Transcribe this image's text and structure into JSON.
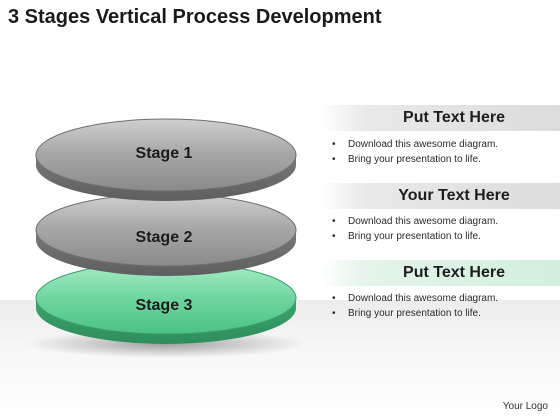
{
  "title": "3 Stages Vertical Process Development",
  "stages": [
    {
      "label": "Stage 1",
      "color": "#9a9a9a"
    },
    {
      "label": "Stage 2",
      "color": "#9a9a9a"
    },
    {
      "label": "Stage 3",
      "color": "#6ed6a0"
    }
  ],
  "sections": [
    {
      "heading": "Put Text Here",
      "bullets": [
        "Download this awesome diagram.",
        "Bring your presentation to life."
      ]
    },
    {
      "heading": "Your Text Here",
      "bullets": [
        "Download this awesome diagram.",
        "Bring your presentation to life."
      ]
    },
    {
      "heading": "Put Text Here",
      "bullets": [
        "Download this awesome diagram.",
        "Bring your presentation to life."
      ]
    }
  ],
  "logo": "Your Logo",
  "colors": {
    "gray_disc": "#9a9a9a",
    "green_disc": "#6ed6a0",
    "green_band": "#d3efdd"
  }
}
